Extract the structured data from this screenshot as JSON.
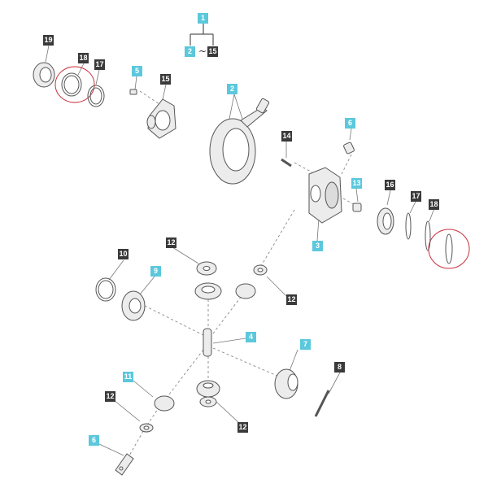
{
  "colors": {
    "dark_tag": "#3a3a3a",
    "cyan_tag": "#5bc8dc",
    "highlight_ring": "#c8303c",
    "part_stroke": "#555555",
    "part_fill": "#ececec",
    "leader": "#888888"
  },
  "legend": {
    "parent": "1",
    "range_start": "2",
    "range_sep": "~",
    "range_end": "15"
  },
  "callouts": [
    {
      "id": "c19",
      "label": "19",
      "style": "dark"
    },
    {
      "id": "c18a",
      "label": "18",
      "style": "dark"
    },
    {
      "id": "c17a",
      "label": "17",
      "style": "dark"
    },
    {
      "id": "c5",
      "label": "5",
      "style": "cyan"
    },
    {
      "id": "c15",
      "label": "15",
      "style": "dark"
    },
    {
      "id": "c2",
      "label": "2",
      "style": "cyan"
    },
    {
      "id": "c14",
      "label": "14",
      "style": "dark"
    },
    {
      "id": "c6a",
      "label": "6",
      "style": "cyan"
    },
    {
      "id": "c13",
      "label": "13",
      "style": "cyan"
    },
    {
      "id": "c16",
      "label": "16",
      "style": "dark"
    },
    {
      "id": "c17b",
      "label": "17",
      "style": "dark"
    },
    {
      "id": "c18b",
      "label": "18",
      "style": "dark"
    },
    {
      "id": "c3",
      "label": "3",
      "style": "cyan"
    },
    {
      "id": "c10",
      "label": "10",
      "style": "dark"
    },
    {
      "id": "c9",
      "label": "9",
      "style": "cyan"
    },
    {
      "id": "c12a",
      "label": "12",
      "style": "dark"
    },
    {
      "id": "c12b",
      "label": "12",
      "style": "dark"
    },
    {
      "id": "c4",
      "label": "4",
      "style": "cyan"
    },
    {
      "id": "c7",
      "label": "7",
      "style": "cyan"
    },
    {
      "id": "c8",
      "label": "8",
      "style": "dark"
    },
    {
      "id": "c11",
      "label": "11",
      "style": "cyan"
    },
    {
      "id": "c12c",
      "label": "12",
      "style": "dark"
    },
    {
      "id": "c12d",
      "label": "12",
      "style": "dark"
    },
    {
      "id": "c6b",
      "label": "6",
      "style": "cyan"
    }
  ]
}
